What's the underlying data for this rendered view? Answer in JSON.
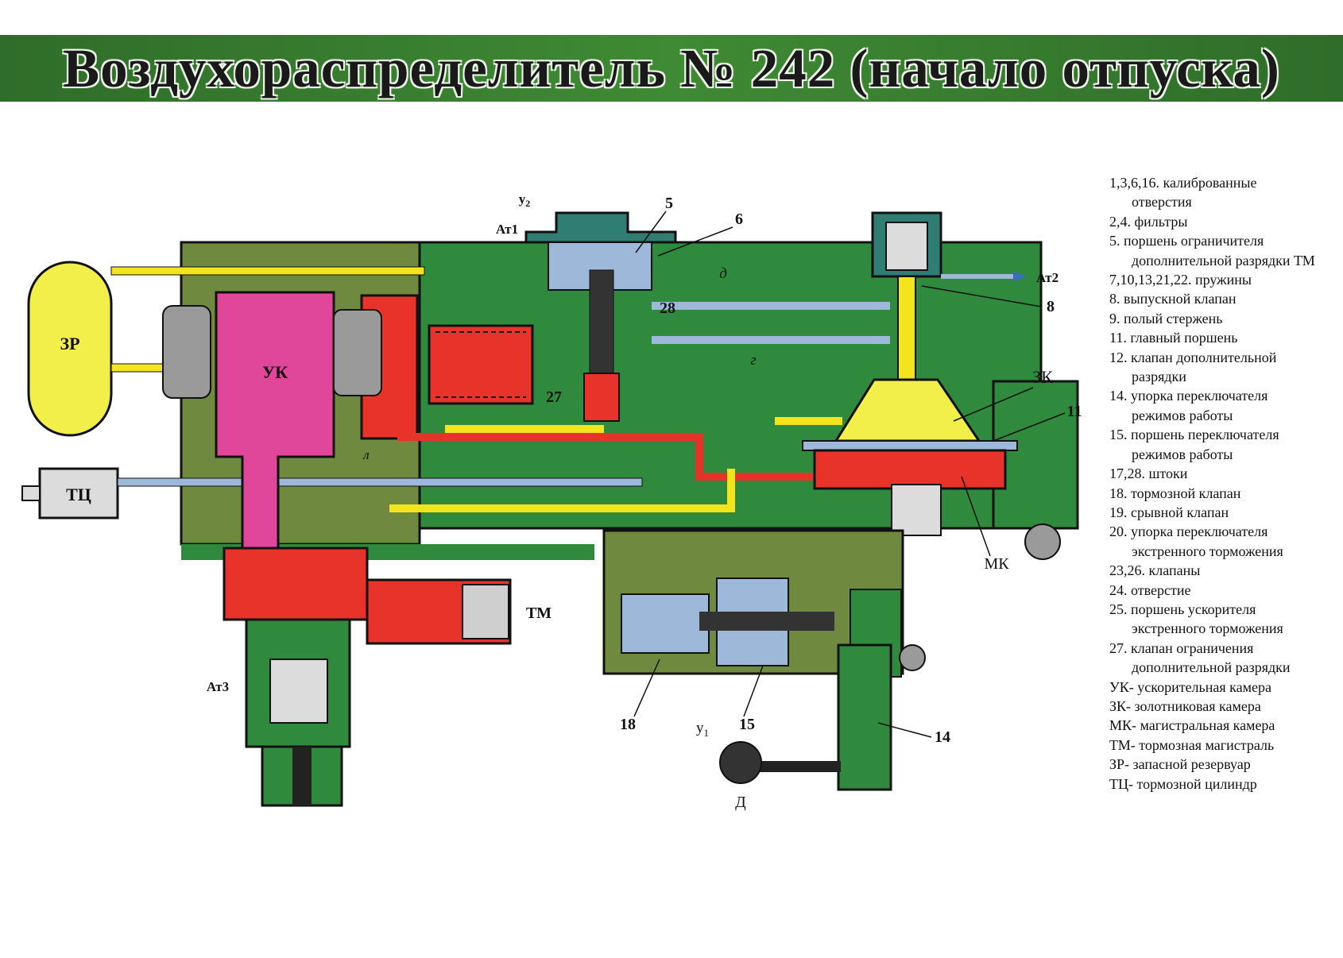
{
  "title": "Воздухораспределитель № 242 (начало отпуска)",
  "component_labels": {
    "zr": "ЗР",
    "tc": "ТЦ",
    "uk": "УК",
    "tm": "ТМ",
    "zk": "ЗК",
    "mk": "МК",
    "at1": "Ат1",
    "at2": "Ат2",
    "at3": "Ат3",
    "y2": "у",
    "y2_sub": "2",
    "y1": "у",
    "y1_sub": "1",
    "d_channel": "д",
    "g_channel": "г",
    "l_channel": "л",
    "d_handle": "Д"
  },
  "callouts": [
    "5",
    "6",
    "28",
    "8",
    "27",
    "11",
    "18",
    "15",
    "14"
  ],
  "legend": [
    {
      "text": "1,3,6,16. калиброванные",
      "cont": "отверстия"
    },
    {
      "text": "2,4. фильтры"
    },
    {
      "text": "5. поршень ограничителя",
      "cont": "дополнительной разрядки ТМ"
    },
    {
      "text": "7,10,13,21,22. пружины"
    },
    {
      "text": "8. выпускной клапан"
    },
    {
      "text": "9. полый стержень"
    },
    {
      "text": "11. главный поршень"
    },
    {
      "text": "12. клапан дополнительной",
      "cont": "разрядки"
    },
    {
      "text": "14. упорка переключателя",
      "cont": "режимов работы"
    },
    {
      "text": "15. поршень переключателя",
      "cont": "режимов работы"
    },
    {
      "text": "17,28. штоки"
    },
    {
      "text": "18. тормозной клапан"
    },
    {
      "text": "19. срывной клапан"
    },
    {
      "text": "20. упорка переключателя",
      "cont": "экстренного торможения"
    },
    {
      "text": "23,26. клапаны"
    },
    {
      "text": "24. отверстие"
    },
    {
      "text": "25. поршень ускорителя",
      "cont": "экстренного торможения"
    },
    {
      "text": "27. клапан ограничения",
      "cont": "дополнительной разрядки"
    },
    {
      "text": "УК- ускорительная камера"
    },
    {
      "text": "ЗК- золотниковая камера"
    },
    {
      "text": "МК- магистральная камера"
    },
    {
      "text": "ТМ- тормозная магистраль"
    },
    {
      "text": " ЗР- запасной резервуар"
    },
    {
      "text": "ТЦ- тормозной цилиндр"
    }
  ],
  "colors": {
    "banner_green": "#3f8a34",
    "body_dark_green": "#2f7a3a",
    "body_olive": "#6f8a3e",
    "reservoir_yellow": "#f2ef4a",
    "chamber_pink": "#e0479b",
    "pressure_red": "#e8332b",
    "channel_blue": "#9db8d9",
    "channel_yellow": "#f4e41c",
    "teal_cap": "#2f7d73"
  }
}
